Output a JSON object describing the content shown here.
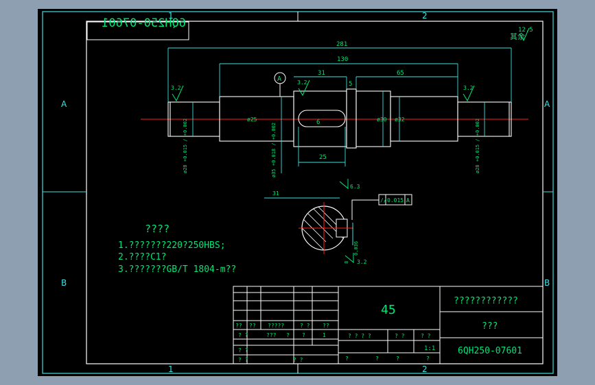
{
  "drawing": {
    "part_code_mirrored": "6QH250-07601",
    "roughness_corner": "12.5",
    "roughness_corner_label": "其余",
    "grid_cols": [
      "1",
      "2"
    ],
    "grid_rows": [
      "A",
      "B"
    ],
    "dimensions": {
      "overall_length": "281",
      "length_130": "130",
      "length_31": "31",
      "length_65": "65",
      "length_5": "5",
      "length_6": "6",
      "keyway_length": "25",
      "dia_25_left": "ø25",
      "dia_30": "ø30",
      "dia_32": "ø32",
      "dia_35_tol": "ø35 +0.018 / +0.002",
      "dia_28_tol_left": "ø28 +0.015 / +0.002",
      "dia_28_tol_right": "ø28 +0.015 / +0.002",
      "key_depth": "31",
      "key_width": "8",
      "section_tol": "0.036"
    },
    "roughness": {
      "left": "3.2",
      "mid": "3.2",
      "right": "3.2",
      "section_top": "6.3",
      "section_bottom": "3.2"
    },
    "datum": "A",
    "tolerance_frame": {
      "symbol": "//",
      "value": "0.015",
      "datum": "A"
    },
    "notes": {
      "title": "????",
      "line1": "1.???????220?250HBS;",
      "line2": "2.????C1?",
      "line3": "3.???????GB/T 1804-m??"
    }
  },
  "title_block": {
    "material": "45",
    "company": "????????????",
    "part_name": "???",
    "drawing_no": "6QH250-07601",
    "scale": "1:1",
    "header_row": [
      "??",
      "??",
      "?????",
      "? ?",
      "??"
    ],
    "row_a": [
      "? ?",
      "???",
      "?",
      "?",
      "1"
    ],
    "row_b": [
      "? ?"
    ],
    "row_c": [
      "? ?",
      "? ?"
    ],
    "stage_row": [
      "? ? ? ?",
      "? ?",
      "? ?"
    ],
    "sheet_row": [
      "?",
      "?",
      "?",
      "?"
    ]
  }
}
